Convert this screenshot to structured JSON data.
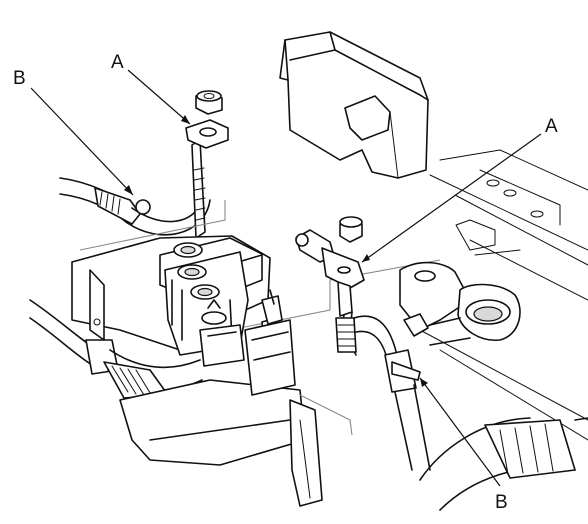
{
  "labels": {
    "a_top": "A",
    "b_top": "B",
    "a_right": "A",
    "b_bottom": "B"
  }
}
